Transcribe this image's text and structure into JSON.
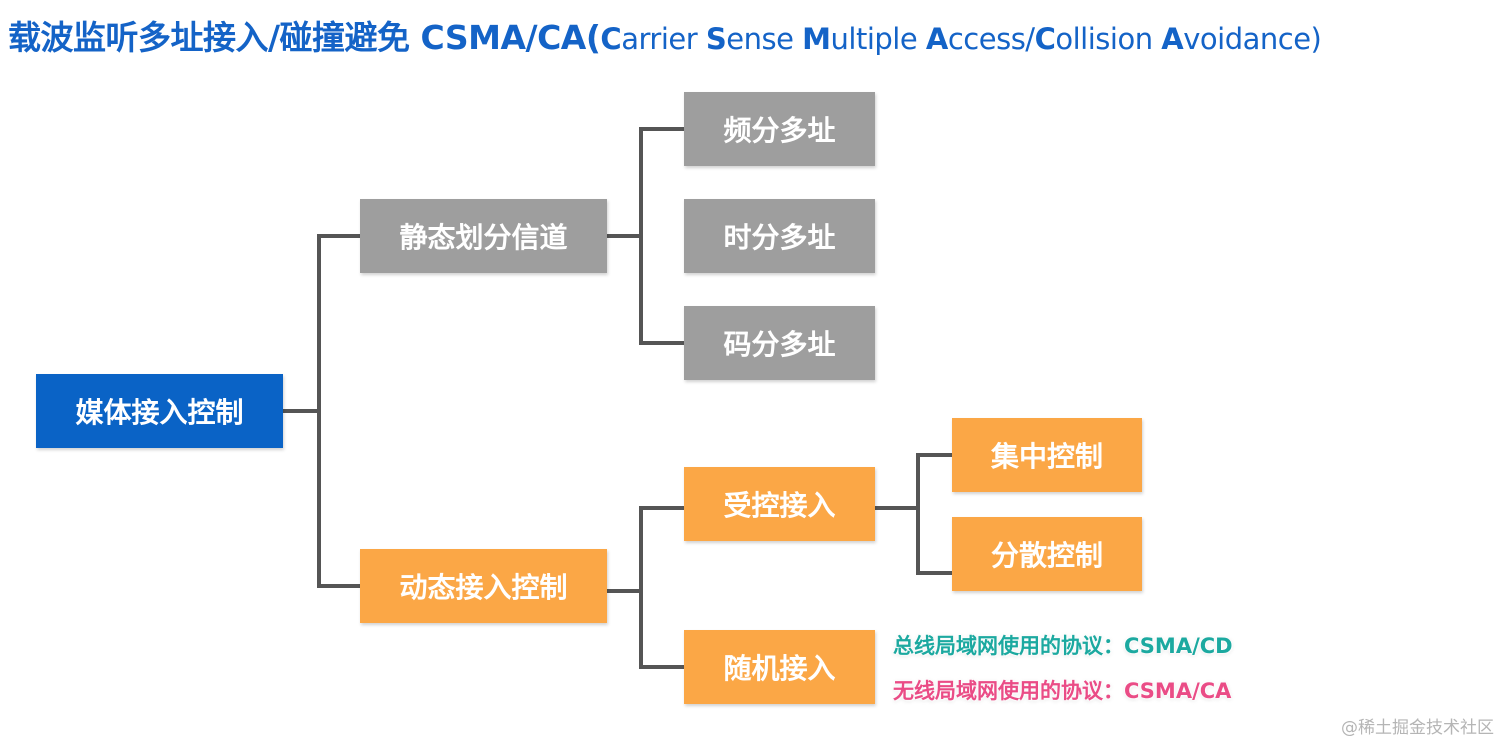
{
  "title": {
    "lead": "载波监听多址接入/碰撞避免 CSMA/CA(",
    "c1": "C",
    "w1": "arrier ",
    "s1": "S",
    "w2": "ense ",
    "m1": "M",
    "w3": "ultiple ",
    "a1": "A",
    "w4": "ccess/",
    "c2": "C",
    "w5": "ollision ",
    "a2": "A",
    "w6": "voidance)"
  },
  "diagram": {
    "root": "媒体接入控制",
    "static": {
      "label": "静态划分信道",
      "children": [
        "频分多址",
        "时分多址",
        "码分多址"
      ]
    },
    "dynamic": {
      "label": "动态接入控制",
      "controlled": {
        "label": "受控接入",
        "children": [
          "集中控制",
          "分散控制"
        ]
      },
      "random": {
        "label": "随机接入"
      }
    }
  },
  "notes": {
    "wired": "总线局域网使用的协议：CSMA/CD",
    "wireless": "无线局域网使用的协议：CSMA/CA"
  },
  "watermark": "@稀土掘金技术社区",
  "colors": {
    "title": "#1463c7",
    "root": "#0a63c6",
    "static": "#9e9e9e",
    "dynamic": "#fba746",
    "connector": "#555555",
    "note_wired": "#1ca9a0",
    "note_wireless": "#ea4c86"
  }
}
